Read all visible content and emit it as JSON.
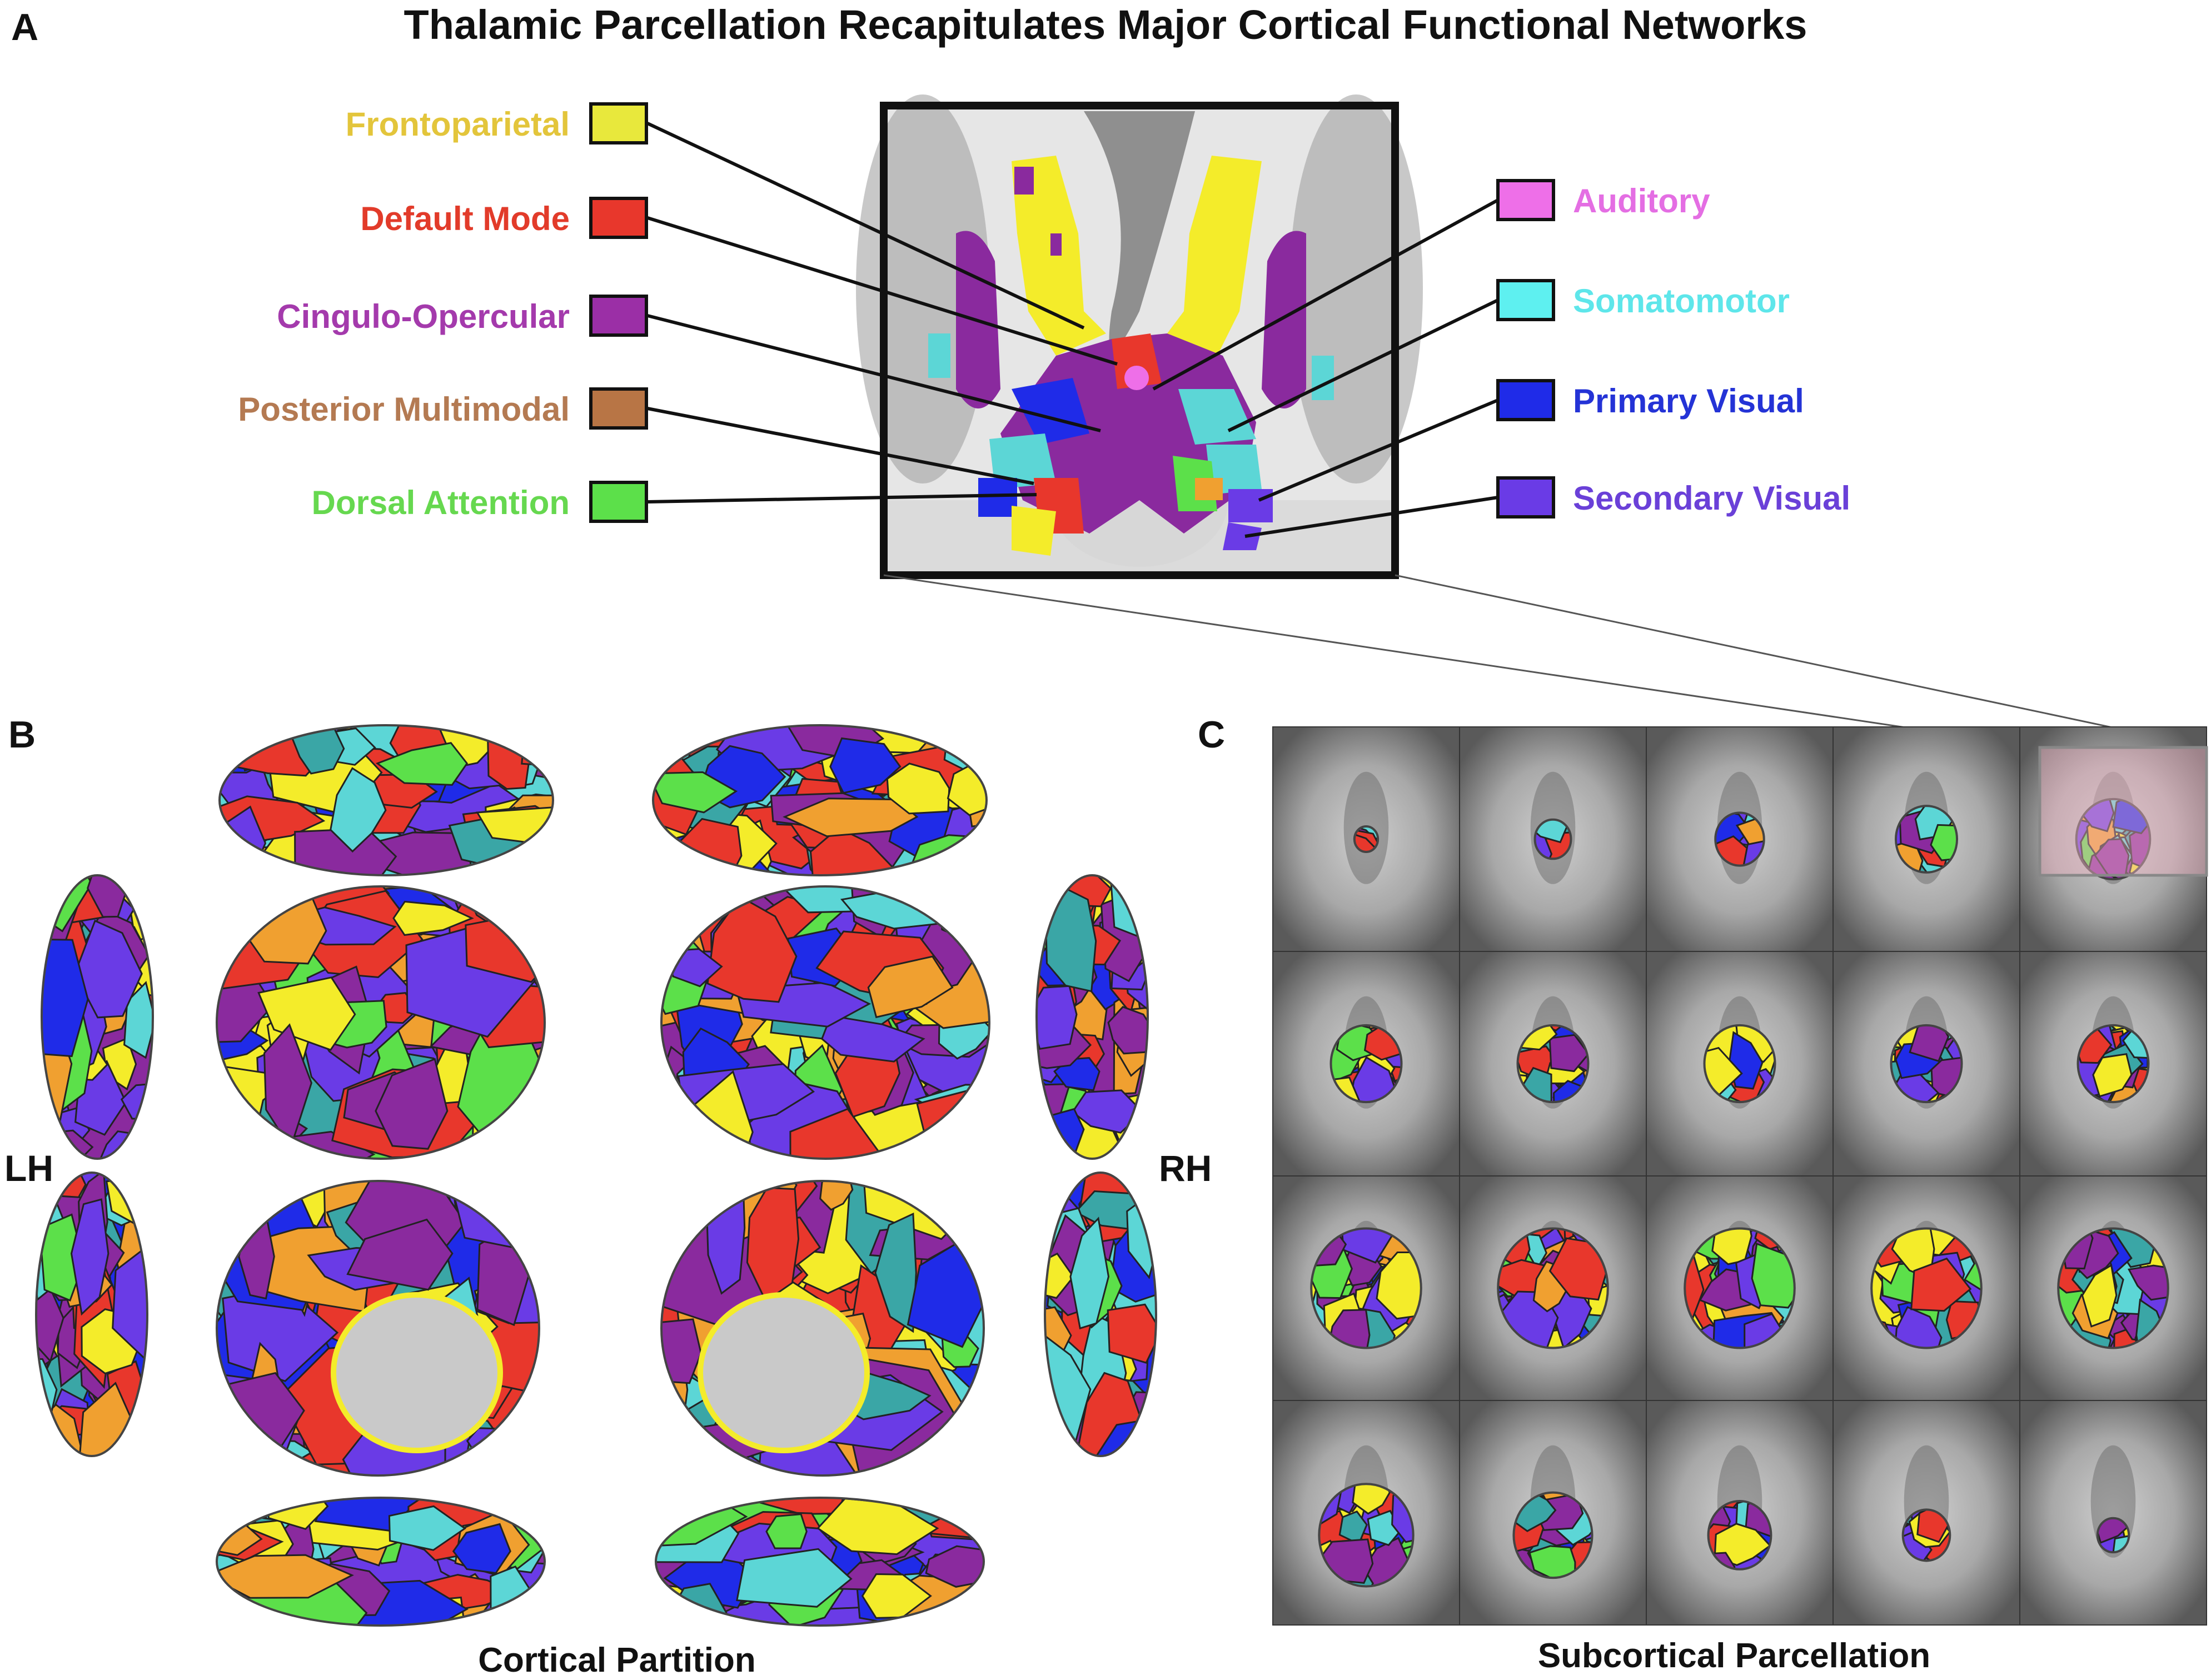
{
  "figure": {
    "title": "Thalamic Parcellation Recapitulates Major Cortical Functional Networks",
    "panel_labels": {
      "a": "A",
      "b": "B",
      "c": "C"
    },
    "hemisphere_labels": {
      "left": "LH",
      "right": "RH"
    },
    "captions": {
      "cortical": "Cortical Partition",
      "subcortical": "Subcortical Parcellation"
    }
  },
  "legend": {
    "left": [
      {
        "name": "Frontoparietal",
        "color": "#e8e83c",
        "text_color": "#e3c53b"
      },
      {
        "name": "Default Mode",
        "color": "#e8372c",
        "text_color": "#e23b2a"
      },
      {
        "name": "Cingulo-Opercular",
        "color": "#9b2fa6",
        "text_color": "#a43aac"
      },
      {
        "name": "Posterior Multimodal",
        "color": "#b87545",
        "text_color": "#b47a52"
      },
      {
        "name": "Dorsal Attention",
        "color": "#5ce04a",
        "text_color": "#66d84f"
      }
    ],
    "right": [
      {
        "name": "Auditory",
        "color": "#ee6fe8",
        "text_color": "#e46ee3"
      },
      {
        "name": "Somatomotor",
        "color": "#5ef0f0",
        "text_color": "#5ee6ea"
      },
      {
        "name": "Primary Visual",
        "color": "#1f2be8",
        "text_color": "#2433d6"
      },
      {
        "name": "Secondary Visual",
        "color": "#6a3be6",
        "text_color": "#6a40d8"
      }
    ]
  },
  "palette": {
    "frontoparietal": "#f4ec2a",
    "default_mode": "#e8372c",
    "cingulo_opercular": "#8a2a9e",
    "posterior_multimodal": "#b86d3a",
    "dorsal_attention": "#5ce04a",
    "auditory": "#ee6fe8",
    "somatomotor": "#5cd6d6",
    "primary_visual": "#1f2be8",
    "secondary_visual": "#6a3be6",
    "orange": "#f0a030",
    "teal": "#3aa6a6"
  }
}
